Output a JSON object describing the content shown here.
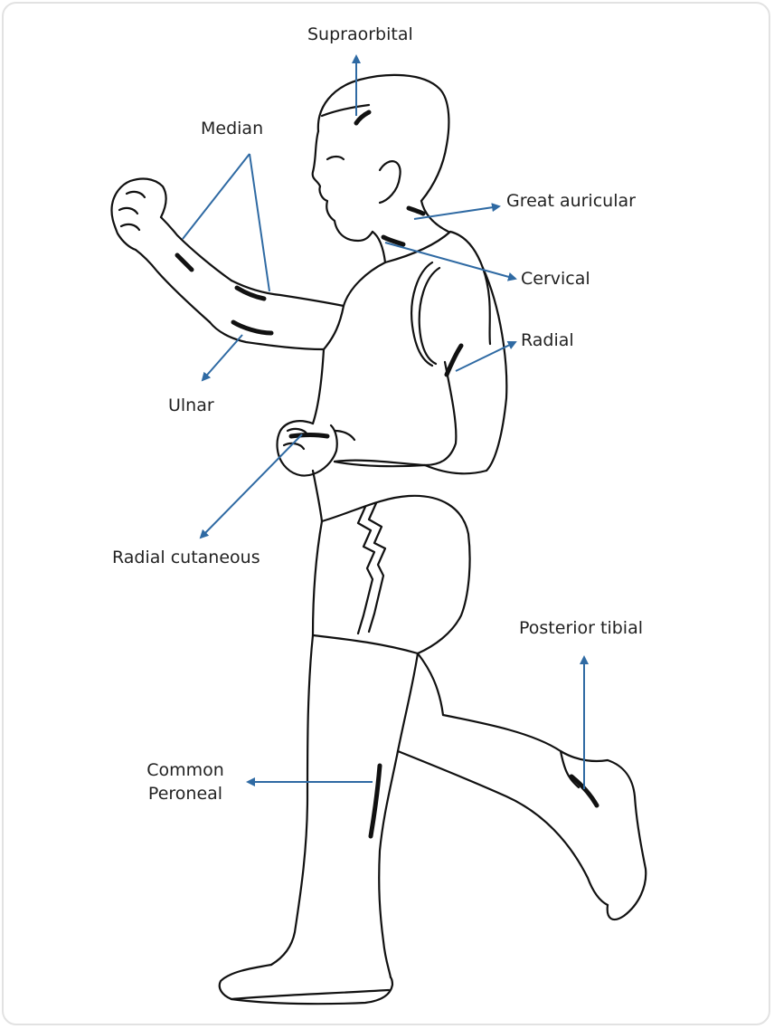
{
  "labels": {
    "supraorbital": "Supraorbital",
    "median": "Median",
    "great_auricular": "Great auricular",
    "cervical": "Cervical",
    "radial": "Radial",
    "ulnar": "Ulnar",
    "radial_cutaneous": "Radial cutaneous",
    "posterior_tibial": "Posterior tibial",
    "common_peroneal_line1": "Common",
    "common_peroneal_line2": "Peroneal"
  },
  "colors": {
    "arrow": "#2f6aa3",
    "outline": "#111111",
    "frame": "#e2e2e2"
  }
}
